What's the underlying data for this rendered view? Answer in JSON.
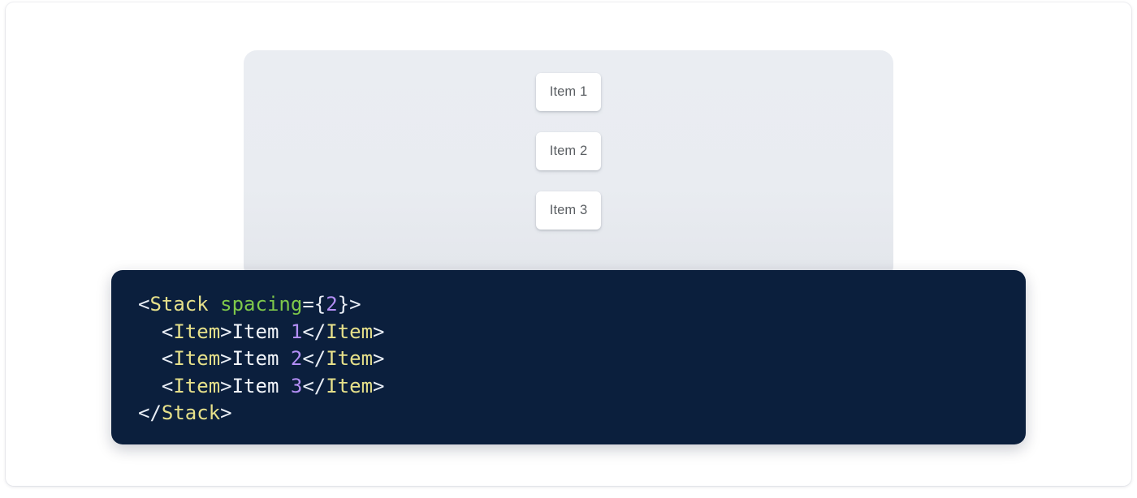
{
  "preview": {
    "panel_background": "#eaedf2",
    "stack": {
      "direction": "vertical",
      "spacing_label": "2",
      "items": [
        {
          "label": "Item 1"
        },
        {
          "label": "Item 2"
        },
        {
          "label": "Item 3"
        }
      ]
    }
  },
  "code": {
    "language": "jsx",
    "background": "#0b1f3d",
    "theme_colors": {
      "punctuation": "#e8edf5",
      "tag": "#e6e08a",
      "attribute": "#7ec84a",
      "number": "#b38ef5",
      "text": "#f2f5fa"
    },
    "full_text": "<Stack spacing={2}>\n  <Item>Item 1</Item>\n  <Item>Item 2</Item>\n  <Item>Item 3</Item>\n</Stack>",
    "lines": [
      {
        "indent": "",
        "tokens": [
          {
            "t": "punct",
            "v": "<"
          },
          {
            "t": "tag",
            "v": "Stack"
          },
          {
            "t": "punct",
            "v": " "
          },
          {
            "t": "attr",
            "v": "spacing"
          },
          {
            "t": "punct",
            "v": "={"
          },
          {
            "t": "num",
            "v": "2"
          },
          {
            "t": "punct",
            "v": "}>"
          }
        ]
      },
      {
        "indent": "  ",
        "tokens": [
          {
            "t": "punct",
            "v": "<"
          },
          {
            "t": "tag",
            "v": "Item"
          },
          {
            "t": "punct",
            "v": ">"
          },
          {
            "t": "text",
            "v": "Item "
          },
          {
            "t": "num",
            "v": "1"
          },
          {
            "t": "punct",
            "v": "</"
          },
          {
            "t": "tag",
            "v": "Item"
          },
          {
            "t": "punct",
            "v": ">"
          }
        ]
      },
      {
        "indent": "  ",
        "tokens": [
          {
            "t": "punct",
            "v": "<"
          },
          {
            "t": "tag",
            "v": "Item"
          },
          {
            "t": "punct",
            "v": ">"
          },
          {
            "t": "text",
            "v": "Item "
          },
          {
            "t": "num",
            "v": "2"
          },
          {
            "t": "punct",
            "v": "</"
          },
          {
            "t": "tag",
            "v": "Item"
          },
          {
            "t": "punct",
            "v": ">"
          }
        ]
      },
      {
        "indent": "  ",
        "tokens": [
          {
            "t": "punct",
            "v": "<"
          },
          {
            "t": "tag",
            "v": "Item"
          },
          {
            "t": "punct",
            "v": ">"
          },
          {
            "t": "text",
            "v": "Item "
          },
          {
            "t": "num",
            "v": "3"
          },
          {
            "t": "punct",
            "v": "</"
          },
          {
            "t": "tag",
            "v": "Item"
          },
          {
            "t": "punct",
            "v": ">"
          }
        ]
      },
      {
        "indent": "",
        "tokens": [
          {
            "t": "punct",
            "v": "</"
          },
          {
            "t": "tag",
            "v": "Stack"
          },
          {
            "t": "punct",
            "v": ">"
          }
        ]
      }
    ]
  }
}
